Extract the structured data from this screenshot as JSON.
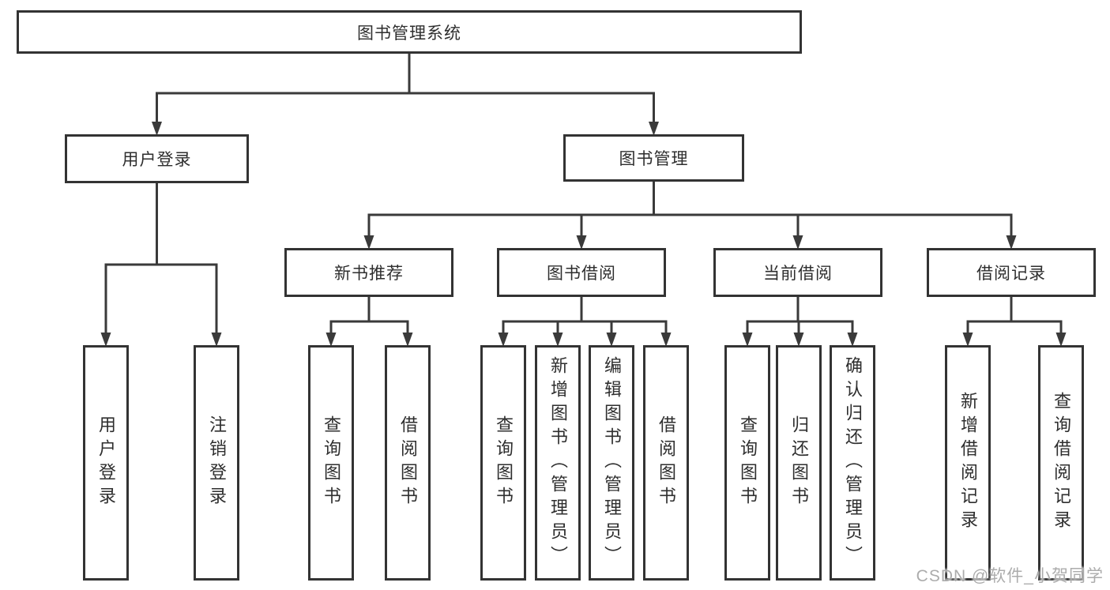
{
  "diagram": {
    "title": "图书管理系统",
    "watermark": "CSDN @软件_小贺同学",
    "colors": {
      "line": "#3a3a3a",
      "box_border": "#333333",
      "text": "#2e2e2e",
      "background": "#ffffff",
      "watermark": "#a8a8a8"
    },
    "nodes": [
      {
        "id": "root",
        "label": "图书管理系统"
      },
      {
        "id": "login",
        "label": "用户登录"
      },
      {
        "id": "mgmt",
        "label": "图书管理"
      },
      {
        "id": "rec",
        "label": "新书推荐"
      },
      {
        "id": "borrow",
        "label": "图书借阅"
      },
      {
        "id": "cur",
        "label": "当前借阅"
      },
      {
        "id": "recs",
        "label": "借阅记录"
      },
      {
        "id": "l1",
        "label": "用户登录"
      },
      {
        "id": "l2",
        "label": "注销登录"
      },
      {
        "id": "r1",
        "label": "查询图书"
      },
      {
        "id": "r2",
        "label": "借阅图书"
      },
      {
        "id": "b1",
        "label": "查询图书"
      },
      {
        "id": "b2",
        "label": "新增图书（管理员）"
      },
      {
        "id": "b3",
        "label": "编辑图书（管理员）"
      },
      {
        "id": "b4",
        "label": "借阅图书"
      },
      {
        "id": "c1",
        "label": "查询图书"
      },
      {
        "id": "c2",
        "label": "归还图书"
      },
      {
        "id": "c3",
        "label": "确认归还（管理员）"
      },
      {
        "id": "k1",
        "label": "新增借阅记录"
      },
      {
        "id": "k2",
        "label": "查询借阅记录"
      }
    ],
    "edges": [
      {
        "from": "root",
        "to": [
          "login",
          "mgmt"
        ]
      },
      {
        "from": "login",
        "to": [
          "l1",
          "l2"
        ]
      },
      {
        "from": "mgmt",
        "to": [
          "rec",
          "borrow",
          "cur",
          "recs"
        ]
      },
      {
        "from": "rec",
        "to": [
          "r1",
          "r2"
        ]
      },
      {
        "from": "borrow",
        "to": [
          "b1",
          "b2",
          "b3",
          "b4"
        ]
      },
      {
        "from": "cur",
        "to": [
          "c1",
          "c2",
          "c3"
        ]
      },
      {
        "from": "recs",
        "to": [
          "k1",
          "k2"
        ]
      }
    ]
  }
}
